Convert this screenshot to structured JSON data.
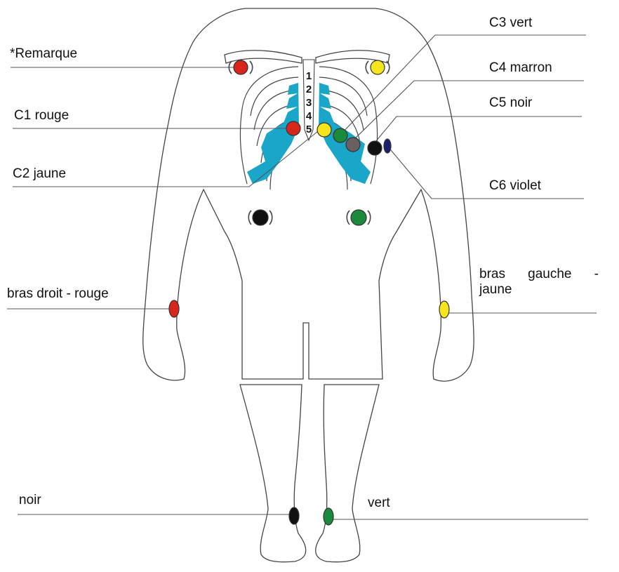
{
  "labels": {
    "remarque": "*Remarque",
    "c1": "C1 rouge",
    "c2": "C2 jaune",
    "c3": "C3 vert",
    "c4": "C4 marron",
    "c5": "C5 noir",
    "c6": "C6 violet",
    "bras_droit": "bras droit - rouge",
    "bras_gauche_word1": "bras",
    "bras_gauche_word2": "gauche",
    "bras_gauche_dash": "-",
    "bras_gauche_line2": "jaune",
    "jambe_droite": "noir",
    "jambe_gauche": "vert"
  },
  "intercostal_numbers": [
    "1",
    "2",
    "3",
    "4",
    "5"
  ],
  "colors": {
    "rouge": "#d9261c",
    "jaune": "#f5e51a",
    "vert": "#1b8a3a",
    "marron": "#6b6060",
    "noir": "#111111",
    "violet": "#1c1f6e",
    "cartilage": "#1aa6c8",
    "outline": "#444444",
    "leader": "#555555"
  }
}
